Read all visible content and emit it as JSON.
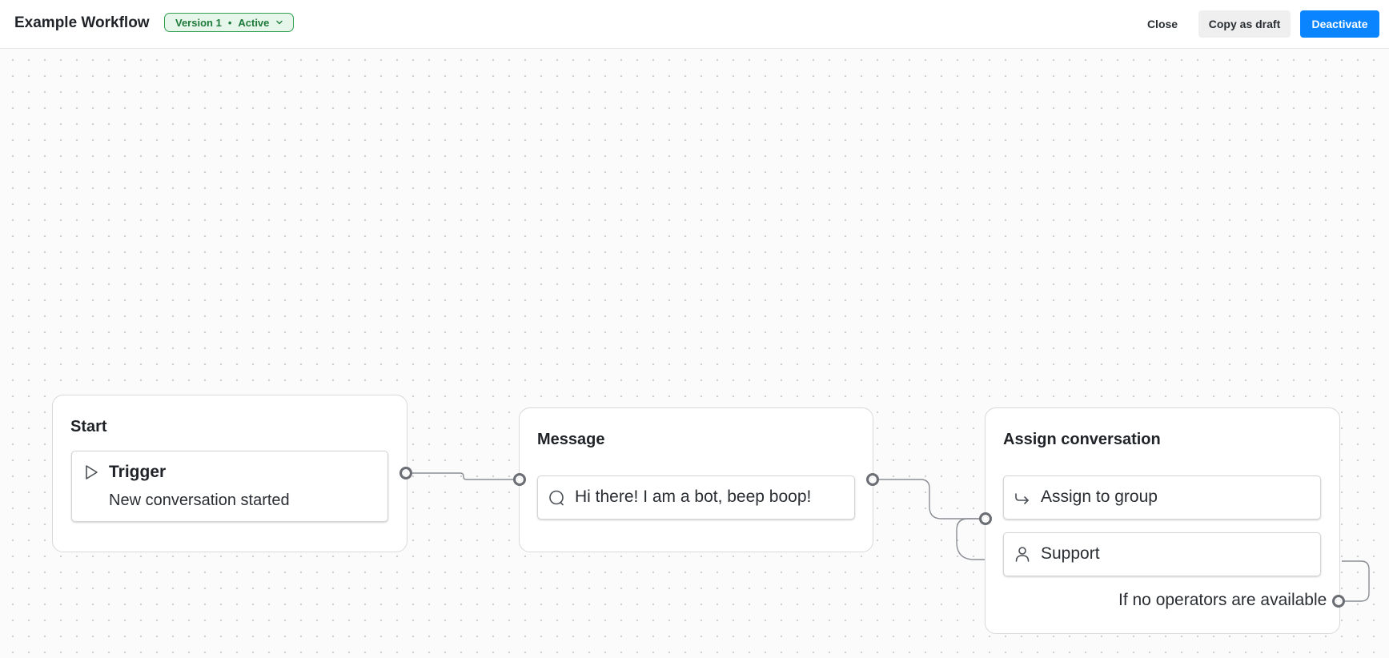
{
  "header": {
    "title": "Example Workflow",
    "version_label": "Version 1",
    "version_separator": "•",
    "status_label": "Active",
    "close_label": "Close",
    "copy_draft_label": "Copy as draft",
    "deactivate_label": "Deactivate"
  },
  "colors": {
    "accent": "#0a84ff",
    "active_green": "#2f9e4f",
    "active_bg": "#e7f6ea"
  },
  "nodes": {
    "start": {
      "title": "Start",
      "trigger_label": "Trigger",
      "trigger_value": "New conversation started",
      "trigger_icon": "play-icon"
    },
    "message": {
      "title": "Message",
      "message_text": "Hi there! I am a bot, beep boop!",
      "message_icon": "chat-bubble-icon"
    },
    "assign": {
      "title": "Assign conversation",
      "action_label": "Assign to group",
      "action_icon": "forward-arrow-icon",
      "group_label": "Support",
      "group_icon": "user-icon",
      "fallback_label": "If no operators are available"
    }
  }
}
